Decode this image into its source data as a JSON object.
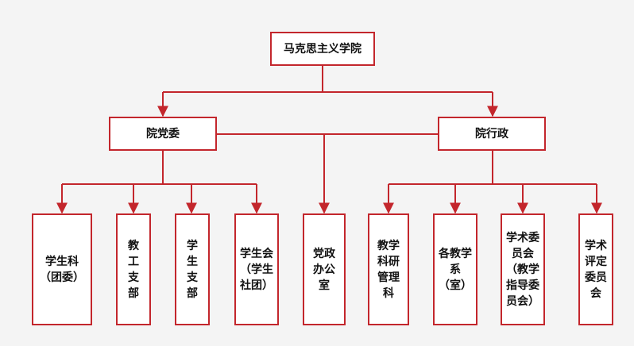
{
  "colors": {
    "line": "#c3262c",
    "box_fill": "#ffffff",
    "background": "#f4f4f4"
  },
  "root": {
    "label": "马克思主义学院"
  },
  "branches": {
    "party": {
      "label": "院党委"
    },
    "admin": {
      "label": "院行政"
    }
  },
  "units": [
    {
      "label": "学生科\n（团委）"
    },
    {
      "label": "教\n工\n支\n部"
    },
    {
      "label": "学\n生\n支\n部"
    },
    {
      "label": "学生会\n（学生\n社团）"
    },
    {
      "label": "党政\n办公\n室"
    },
    {
      "label": "教学\n科研\n管理\n科"
    },
    {
      "label": "各教学\n系\n（室）"
    },
    {
      "label": "学术委\n员会\n（教学\n指导委\n员会）"
    },
    {
      "label": "学术\n评定\n委员\n会"
    }
  ]
}
